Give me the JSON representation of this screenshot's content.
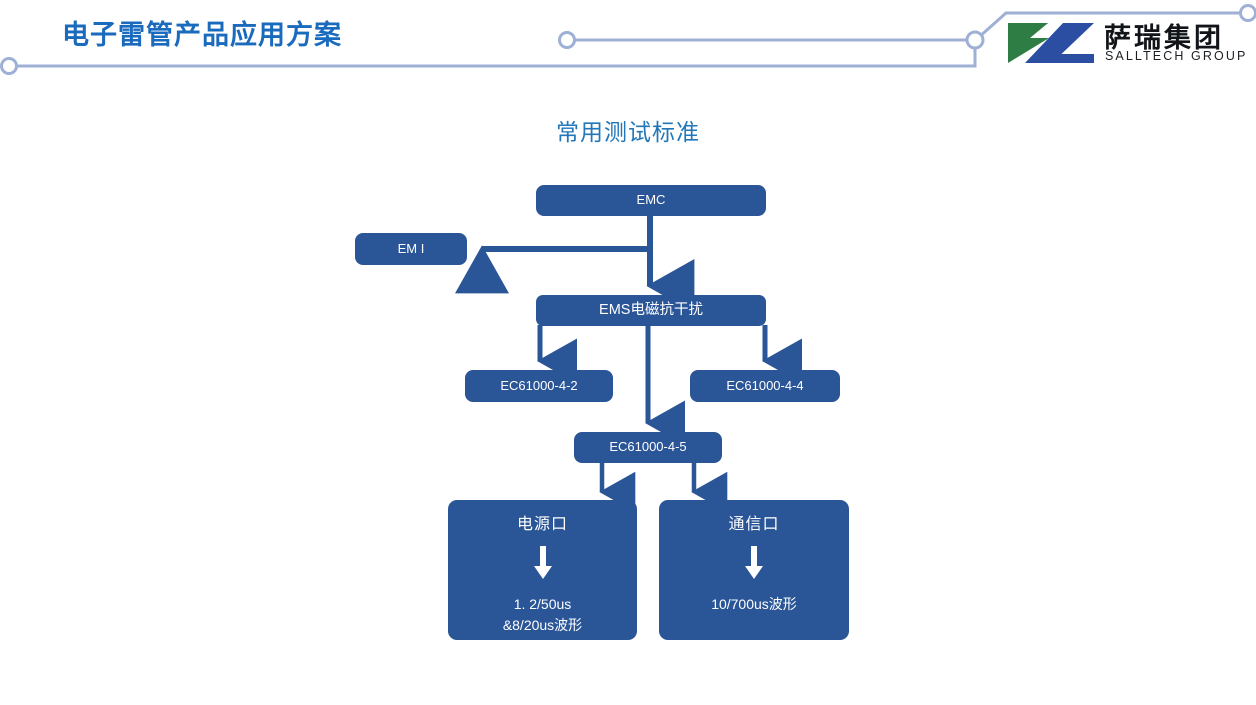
{
  "header": {
    "title": "电子雷管产品应用方案",
    "title_color": "#1a6bbd",
    "deco_line_color": "#9fb0d6",
    "logo": {
      "name_cn": "萨瑞集团",
      "name_en": "SALLTECH GROUP",
      "mark_green": "#2e7d44",
      "mark_blue": "#2b4ea2"
    }
  },
  "chart_title": "常用测试标准",
  "flow": {
    "node_color": "#2a5597",
    "arrow_color": "#2a5597",
    "nodes": {
      "emc": "EMC",
      "emi": "EM I",
      "ems": "EMS电磁抗干扰",
      "iec_4_2": "EC61000-4-2",
      "iec_4_4": "EC61000-4-4",
      "iec_4_5": "EC61000-4-5",
      "power_port": "电源口",
      "power_wave": "1. 2/50us\n&8/20us波形",
      "comm_port": "通信口",
      "comm_wave": "10/700us波形"
    }
  }
}
